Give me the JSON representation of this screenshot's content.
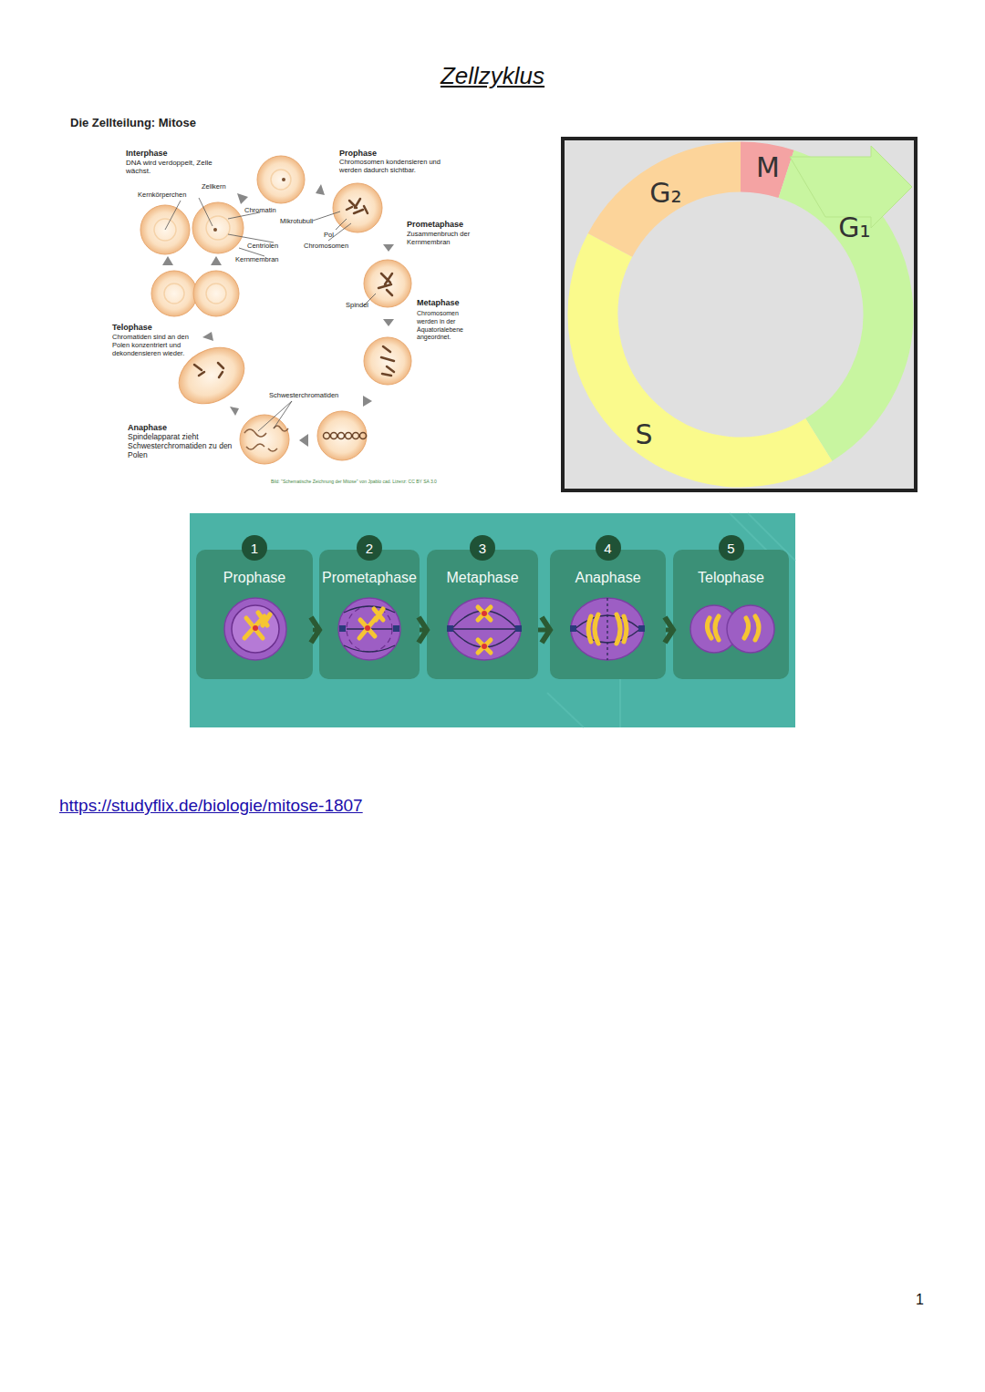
{
  "diagram": {
    "title": "Zellzyklus",
    "nodes": [
      {
        "text": [
          "G₂"
        ]
      },
      {
        "text": [
          "M"
        ]
      },
      {
        "text": [
          "G₁"
        ]
      },
      {
        "text": [
          "S"
        ]
      },
      {
        "text": [
          "Prophase"
        ]
      },
      {
        "text": [
          "1"
        ],
        "in": 4
      },
      {
        "text": [
          "Prometaphase"
        ]
      },
      {
        "text": [
          "2"
        ],
        "in": 6
      },
      {
        "text": [
          "Metaphase"
        ]
      },
      {
        "text": [
          "3"
        ],
        "in": 8
      },
      {
        "text": [
          "Anaphase"
        ]
      },
      {
        "text": [
          "4"
        ],
        "in": 10
      },
      {
        "text": [
          "Telophase"
        ]
      },
      {
        "text": [
          "5"
        ],
        "in": 12
      }
    ],
    "edges": [
      {
        "from": 4,
        "to": 6,
        "arrow": "to"
      },
      {
        "from": 6,
        "to": 8,
        "arrow": "to"
      },
      {
        "from": 8,
        "to": 10,
        "arrow": "to"
      },
      {
        "from": 10,
        "to": 12,
        "arrow": "to"
      }
    ],
    "labels": [
      "Die Zellteilung: Mitose",
      "Interphase",
      "DNA wird verdoppelt, Zelle wächst.",
      "Zellkern",
      "Kernkörperchen",
      "Chromatin",
      "Mikrotubuli",
      "Pol",
      "Centriolen",
      "Kernmembran",
      "Chromosomen",
      "Prophase",
      "Chromosomen kondensieren und werden dadurch sichtbar.",
      "Prometaphase",
      "Zusammenbruch der Kernmembran",
      "Spindel",
      "Metaphase",
      "Chromosomen werden in der Äquatorialebene angeordnet.",
      "Telophase",
      "Chromatiden sind an den Polen konzentriert und dekondensieren wieder.",
      "Schwesterchromatiden",
      "Anaphase",
      "Spindelapparat zieht Schwesterchromatiden zu den Polen",
      "Bild: \"Schematische Zeichnung der Mitose\" von Jpablo cad. Lizenz: CC BY SA 3.0",
      "https://studyflix.de/biologie/mitose-1807",
      "1"
    ]
  }
}
